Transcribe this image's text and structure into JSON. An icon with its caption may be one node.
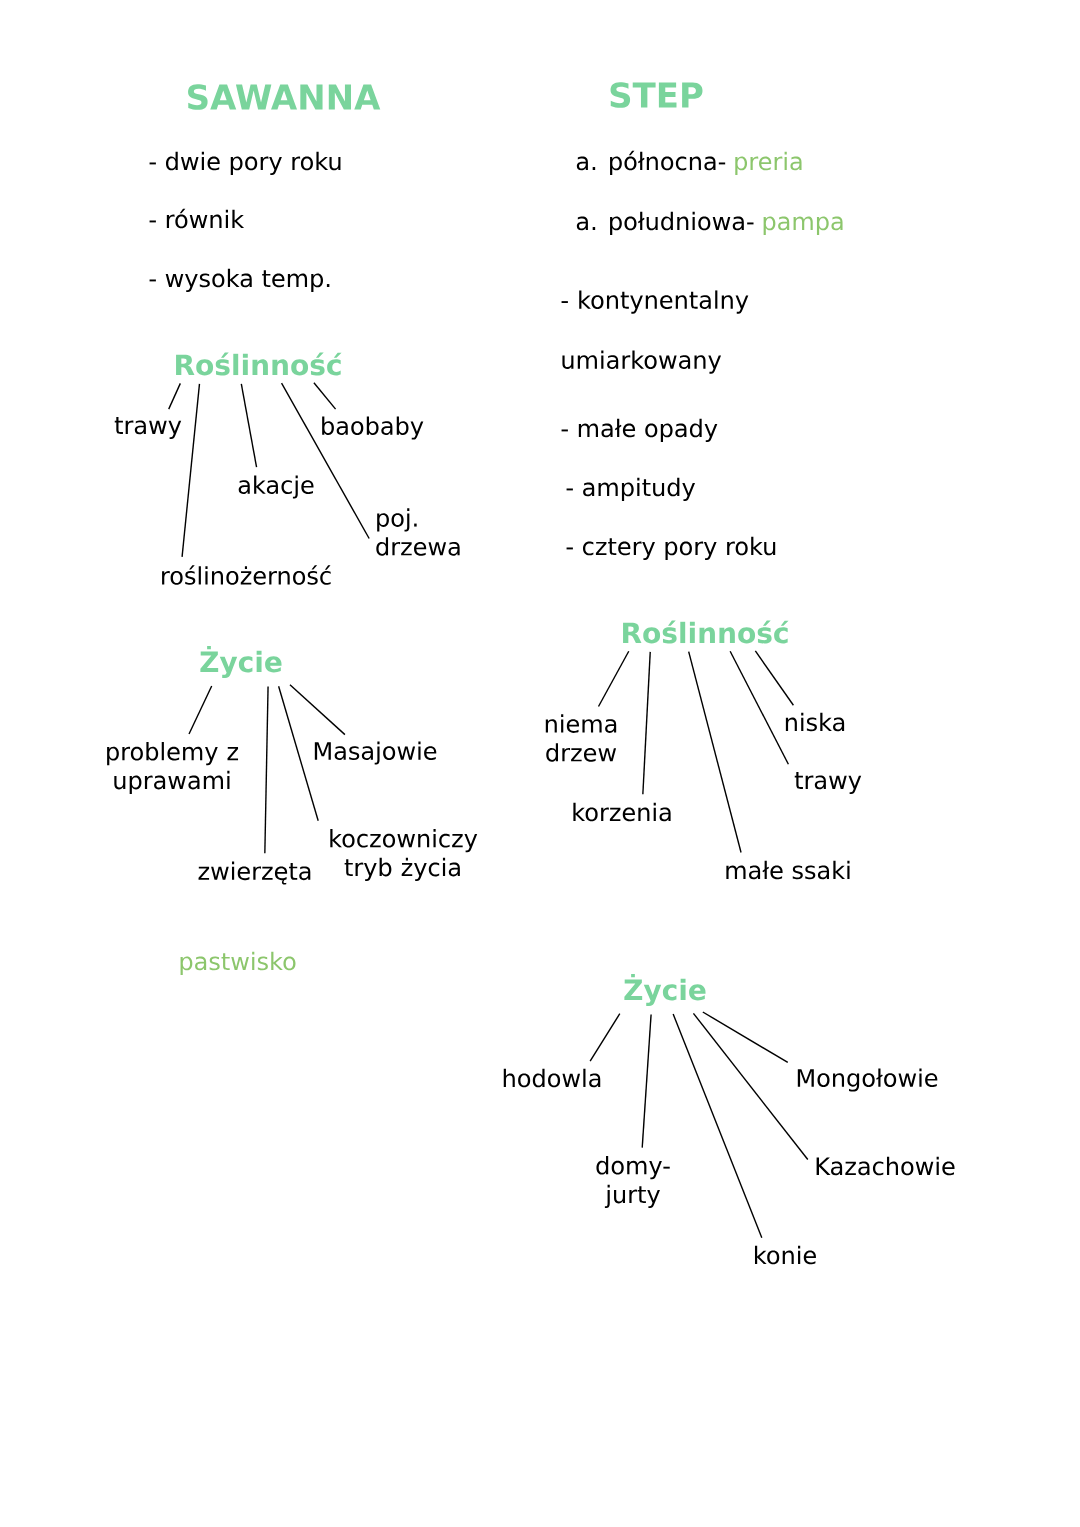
{
  "diagram": {
    "nodes": [
      {
        "text": [
          "Roślinność"
        ]
      },
      {
        "text": [
          "trawy"
        ]
      },
      {
        "text": [
          "roślinożerność"
        ]
      },
      {
        "text": [
          "akacje"
        ]
      },
      {
        "text": [
          "poj. drzewa"
        ]
      },
      {
        "text": [
          "baobaby"
        ]
      },
      {
        "text": [
          "Życie"
        ]
      },
      {
        "text": [
          "problemy z uprawami"
        ]
      },
      {
        "text": [
          "zwierzęta"
        ]
      },
      {
        "text": [
          "Masajowie"
        ]
      },
      {
        "text": [
          "koczowniczy tryb życia"
        ]
      },
      {
        "text": [
          "Roślinność"
        ]
      },
      {
        "text": [
          "niema drzew"
        ]
      },
      {
        "text": [
          "korzenia"
        ]
      },
      {
        "text": [
          "małe ssaki"
        ]
      },
      {
        "text": [
          "trawy"
        ]
      },
      {
        "text": [
          "niska"
        ]
      },
      {
        "text": [
          "Życie"
        ]
      },
      {
        "text": [
          "hodowla"
        ]
      },
      {
        "text": [
          "domy- jurty"
        ]
      },
      {
        "text": [
          "konie"
        ]
      },
      {
        "text": [
          "Kazachowie"
        ]
      },
      {
        "text": [
          "Mongołowie"
        ]
      }
    ],
    "edges": [
      {
        "from": 0,
        "to": 1,
        "arrow": "none"
      },
      {
        "from": 0,
        "to": 2,
        "arrow": "none"
      },
      {
        "from": 0,
        "to": 3,
        "arrow": "none"
      },
      {
        "from": 0,
        "to": 4,
        "arrow": "none"
      },
      {
        "from": 0,
        "to": 5,
        "arrow": "none"
      },
      {
        "from": 6,
        "to": 7,
        "arrow": "none"
      },
      {
        "from": 6,
        "to": 8,
        "arrow": "none"
      },
      {
        "from": 6,
        "to": 10,
        "arrow": "none"
      },
      {
        "from": 6,
        "to": 9,
        "arrow": "none"
      },
      {
        "from": 11,
        "to": 12,
        "arrow": "none"
      },
      {
        "from": 11,
        "to": 13,
        "arrow": "none"
      },
      {
        "from": 11,
        "to": 14,
        "arrow": "none"
      },
      {
        "from": 11,
        "to": 15,
        "arrow": "none"
      },
      {
        "from": 11,
        "to": 16,
        "arrow": "none"
      },
      {
        "from": 17,
        "to": 18,
        "arrow": "none"
      },
      {
        "from": 17,
        "to": 19,
        "arrow": "none"
      },
      {
        "from": 17,
        "to": 20,
        "arrow": "none"
      },
      {
        "from": 17,
        "to": 21,
        "arrow": "none"
      },
      {
        "from": 17,
        "to": 22,
        "arrow": "none"
      }
    ],
    "labels": [
      "SAWANNA",
      "STEP",
      "- dwie pory roku",
      "a. północna-",
      "preria",
      "- równik",
      "a. południowa-",
      "pampa",
      "- wysoka temp.",
      "- kontynentalny umiarkowany",
      "- małe opady",
      "- ampitudy",
      "- cztery pory roku",
      "pastwisko"
    ]
  }
}
